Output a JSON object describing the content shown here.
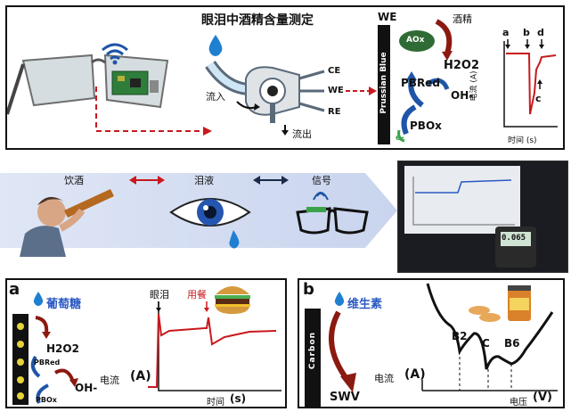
{
  "top": {
    "title": "眼泪中酒精含量测定",
    "inflow": "流入",
    "outflow": "流出",
    "electrodes": [
      "CE",
      "WE",
      "RE"
    ],
    "we_label": "WE",
    "electrode_material": "Prussian Blue",
    "ethanol": "酒精",
    "enzyme": "AOx",
    "h2o2": "H2O2",
    "pb_red": "PBRed",
    "pb_ox": "PBOx",
    "oh": "OH-",
    "electron": "e-",
    "y_axis": "电流 (A)",
    "x_axis": "时间 (s)",
    "markers": [
      "a",
      "b",
      "d",
      "c"
    ]
  },
  "middle": {
    "drinking": "饮酒",
    "tears": "泪液",
    "signal": "信号",
    "meter_reading": "0.065"
  },
  "panel_a": {
    "letter": "a",
    "label": "葡萄糖",
    "h2o2": "H2O2",
    "pb_red": "PBRed",
    "pb_ox": "PBOx",
    "oh": "OH-",
    "y_axis": "电流",
    "y_unit": "(A)",
    "x_axis": "时间",
    "x_unit": "(s)",
    "event1": "眼泪",
    "event2": "用餐"
  },
  "panel_b": {
    "letter": "b",
    "label": "维生素",
    "electrode": "Carbon",
    "method": "SWV",
    "peaks": [
      "B2",
      "C",
      "B6"
    ],
    "y_axis": "电流",
    "y_unit": "(A)",
    "x_axis": "电压",
    "x_unit": "(V)"
  },
  "colors": {
    "red": "#c8191e",
    "blue": "#1f55a8",
    "dark_red": "#8b1a10",
    "green": "#3aa34a",
    "enzyme_green": "#2f6b35"
  }
}
